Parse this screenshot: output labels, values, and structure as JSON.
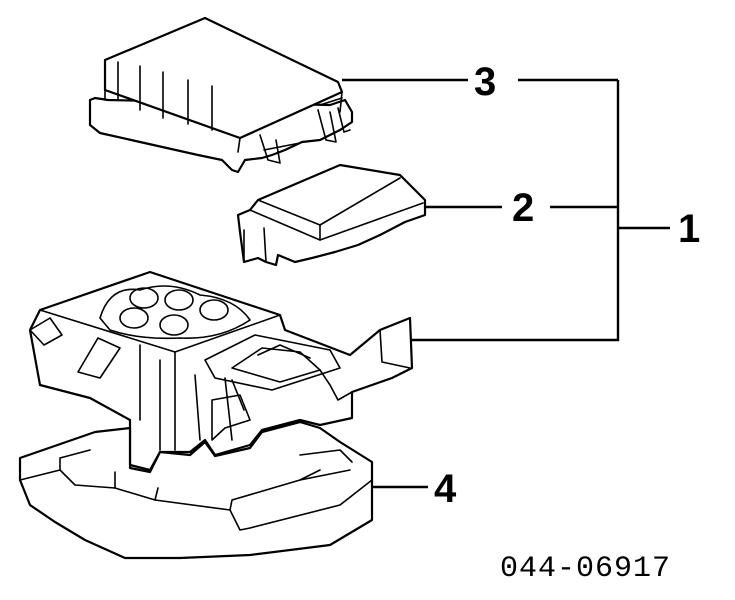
{
  "callouts": {
    "assembly": "1",
    "relay_cover": "2",
    "box_cover": "3",
    "lower_cover": "4"
  },
  "diagram_code": "044-06917",
  "colors": {
    "line": "#000000",
    "background": "#ffffff"
  }
}
